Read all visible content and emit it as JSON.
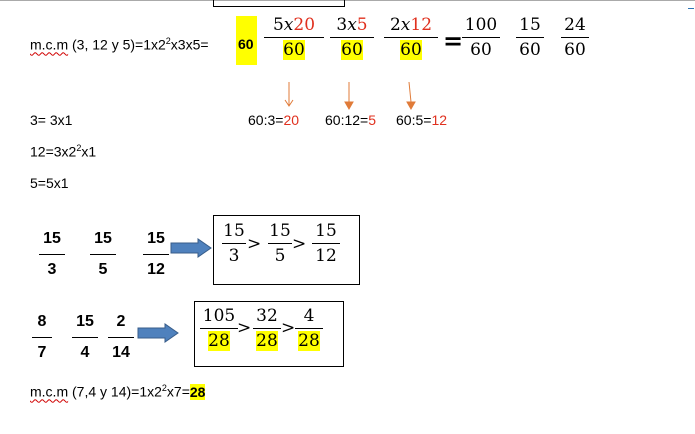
{
  "line1": {
    "mcm_word": "m.c.m",
    "mcm_rest": " (3, 12 y 5)=1x2",
    "mcm_sup": "2",
    "mcm_end": "x3x5= ",
    "result": "60"
  },
  "fractions_top": [
    {
      "num_a": "5",
      "num_x": "x",
      "num_b": "20",
      "den": "60"
    },
    {
      "num_a": "3",
      "num_x": "x",
      "num_b": "5",
      "den": "60"
    },
    {
      "num_a": "2",
      "num_x": "x",
      "num_b": "12",
      "den": "60"
    }
  ],
  "equals": "=",
  "fractions_result": [
    {
      "num": "100",
      "den": "60"
    },
    {
      "num": "15",
      "den": "60"
    },
    {
      "num": "24",
      "den": "60"
    }
  ],
  "divisions": [
    {
      "text": "60:3=",
      "val": "20"
    },
    {
      "text": "60:12=",
      "val": "5"
    },
    {
      "text": "60:5=",
      "val": "12"
    }
  ],
  "factorizations": [
    "3= 3x1",
    "12=3x2",
    "5=5x1"
  ],
  "factor_12_sup": "2",
  "factor_12_end": "x1",
  "row3_fracs": [
    {
      "num": "15",
      "den": "3"
    },
    {
      "num": "15",
      "den": "5"
    },
    {
      "num": "15",
      "den": "12"
    }
  ],
  "row3_box": [
    {
      "num": "15",
      "den": "3"
    },
    {
      "num": "15",
      "den": "5"
    },
    {
      "num": "15",
      "den": "12"
    }
  ],
  "gt": ">",
  "row4_fracs": [
    {
      "num": "8",
      "den": "7"
    },
    {
      "num": "15",
      "den": "4"
    },
    {
      "num": "2",
      "den": "14"
    }
  ],
  "row4_box": [
    {
      "num": "105",
      "den": "28"
    },
    {
      "num": "32",
      "den": "28"
    },
    {
      "num": "4",
      "den": "28"
    }
  ],
  "line_last": {
    "mcm_word": "m.c.m",
    "mcm_rest": " (7,4 y 14)=1x2",
    "mcm_sup": "2",
    "mcm_end": "x7=",
    "result": "28"
  },
  "colors": {
    "red": "#e0301e",
    "highlight": "#ffff00",
    "blue_arrow": "#4f81bd",
    "orange_arrow": "#e07b39"
  }
}
